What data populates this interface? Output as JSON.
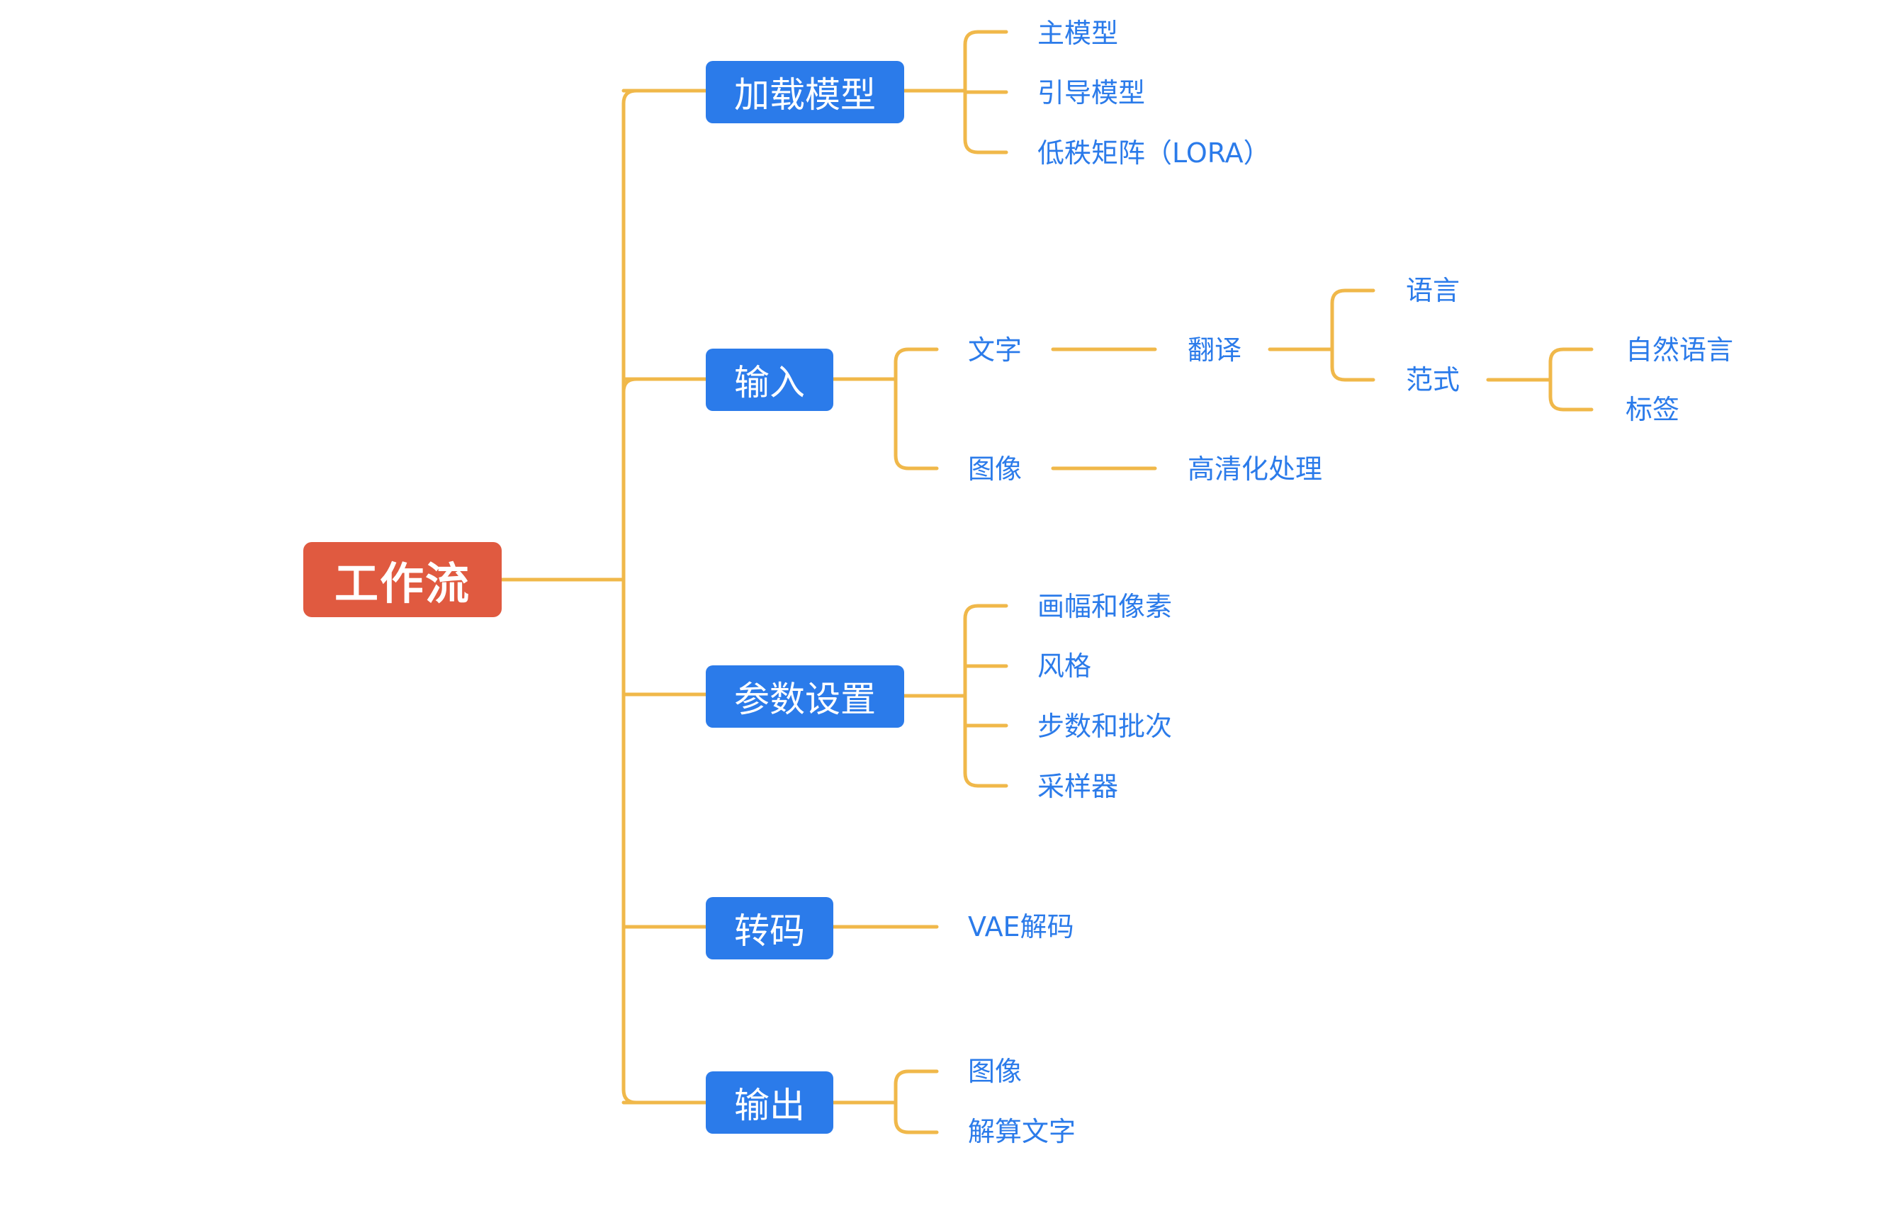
{
  "colors": {
    "root_bg": "#E05A40",
    "branch_bg": "#2B7BEA",
    "leaf_text": "#2B7BEA",
    "connector": "#F0B84A"
  },
  "root": {
    "label": "工作流"
  },
  "branches": {
    "load_model": {
      "label": "加载模型",
      "items": [
        "主模型",
        "引导模型",
        "低秩矩阵（LORA）"
      ]
    },
    "input": {
      "label": "输入",
      "text": {
        "label": "文字",
        "translate": {
          "label": "翻译",
          "language": "语言",
          "paradigm": {
            "label": "范式",
            "items": [
              "自然语言",
              "标签"
            ]
          }
        }
      },
      "image": {
        "label": "图像",
        "process": "高清化处理"
      }
    },
    "params": {
      "label": "参数设置",
      "items": [
        "画幅和像素",
        "风格",
        "步数和批次",
        "采样器"
      ]
    },
    "decode": {
      "label": "转码",
      "item": "VAE解码"
    },
    "output": {
      "label": "输出",
      "items": [
        "图像",
        "解算文字"
      ]
    }
  }
}
